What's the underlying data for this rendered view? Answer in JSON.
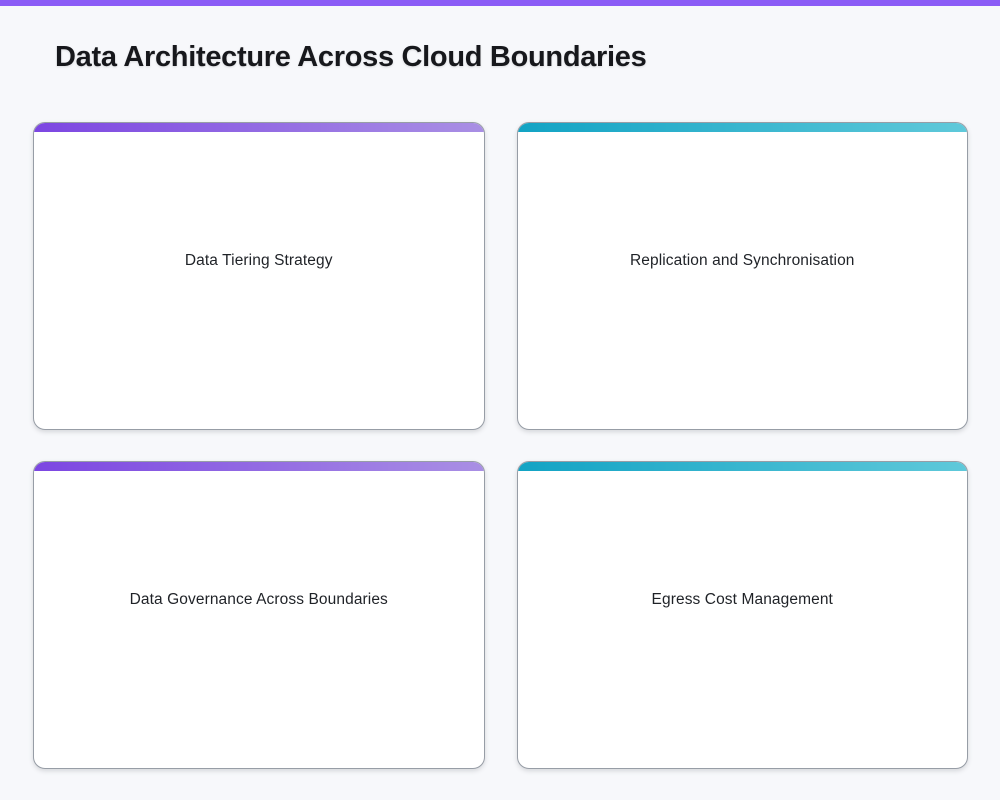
{
  "page": {
    "title": "Data Architecture Across Cloud Boundaries",
    "top_bar_color": "#8b5cf6",
    "background_color": "#f7f8fb"
  },
  "cards": [
    {
      "label": "Data Tiering Strategy",
      "accent_from": "#7c46e2",
      "accent_to": "#a98fe4"
    },
    {
      "label": "Replication and Synchronisation",
      "accent_from": "#12a3c4",
      "accent_to": "#5fc9da"
    },
    {
      "label": "Data Governance Across Boundaries",
      "accent_from": "#7c46e2",
      "accent_to": "#a98fe4"
    },
    {
      "label": "Egress Cost Management",
      "accent_from": "#12a3c4",
      "accent_to": "#5fc9da"
    }
  ]
}
